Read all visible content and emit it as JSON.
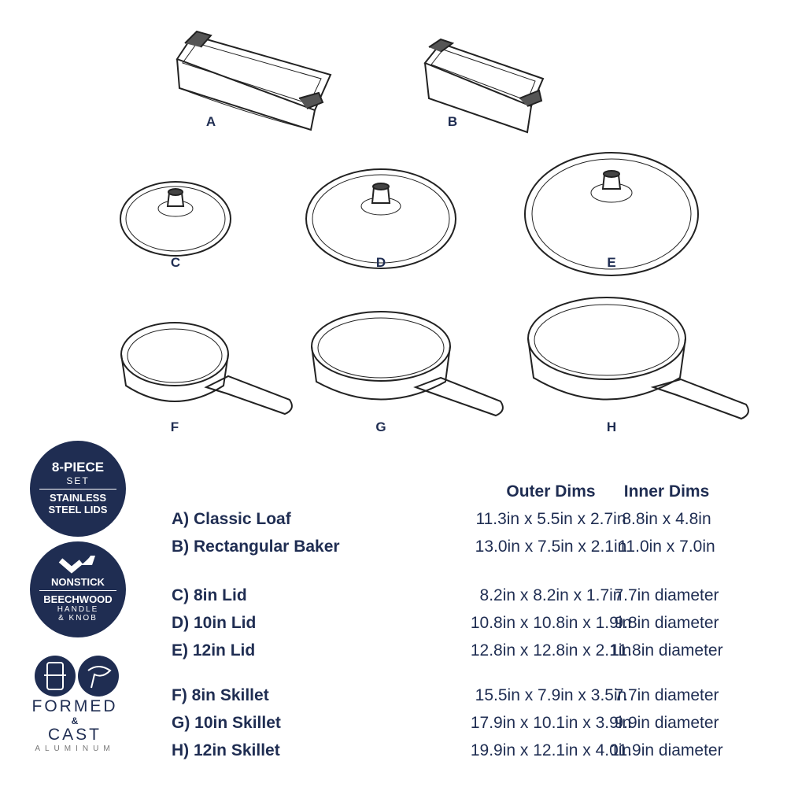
{
  "items": [
    {
      "letter": "A",
      "label": "A) Classic Loaf",
      "outer": "11.3in x 5.5in x 2.7in",
      "inner": "8.8in x 4.8in"
    },
    {
      "letter": "B",
      "label": "B)  Rectangular Baker",
      "outer": "13.0in x 7.5in x 2.1in",
      "inner": "11.0in x 7.0in"
    },
    {
      "letter": "C",
      "label": "C) 8in Lid",
      "outer": "8.2in x 8.2in x 1.7in",
      "inner": "7.7in diameter"
    },
    {
      "letter": "D",
      "label": "D) 10in Lid",
      "outer": "10.8in x 10.8in x 1.9in",
      "inner": "9.8in diameter"
    },
    {
      "letter": "E",
      "label": "E)  12in Lid",
      "outer": "12.8in x 12.8in x 2.1in",
      "inner": "11.8in diameter"
    },
    {
      "letter": "F",
      "label": "F)  8in Skillet",
      "outer": "15.5in x 7.9in x 3.5in",
      "inner": "7.7in diameter"
    },
    {
      "letter": "G",
      "label": "G) 10in Skillet",
      "outer": "17.9in x 10.1in x 3.9in",
      "inner": "9.9in diameter"
    },
    {
      "letter": "H",
      "label": "H) 12in Skillet",
      "outer": "19.9in x 12.1in x 4.0in",
      "inner": "11.9in diameter"
    }
  ],
  "headers": {
    "outer": "Outer Dims",
    "inner": "Inner Dims"
  },
  "badges": {
    "set": {
      "big": "8-PIECE",
      "small": "SET",
      "line1": "STAINLESS",
      "line2": "STEEL LIDS"
    },
    "nonstick": {
      "big": "NONSTICK",
      "line1": "BEECHWOOD",
      "small1": "HANDLE",
      "small2": "& KNOB"
    },
    "formed": {
      "line1": "FORMED",
      "amp": "&",
      "line2": "CAST",
      "line3": "ALUMINUM"
    }
  },
  "colors": {
    "navy": "#1f2d52"
  }
}
